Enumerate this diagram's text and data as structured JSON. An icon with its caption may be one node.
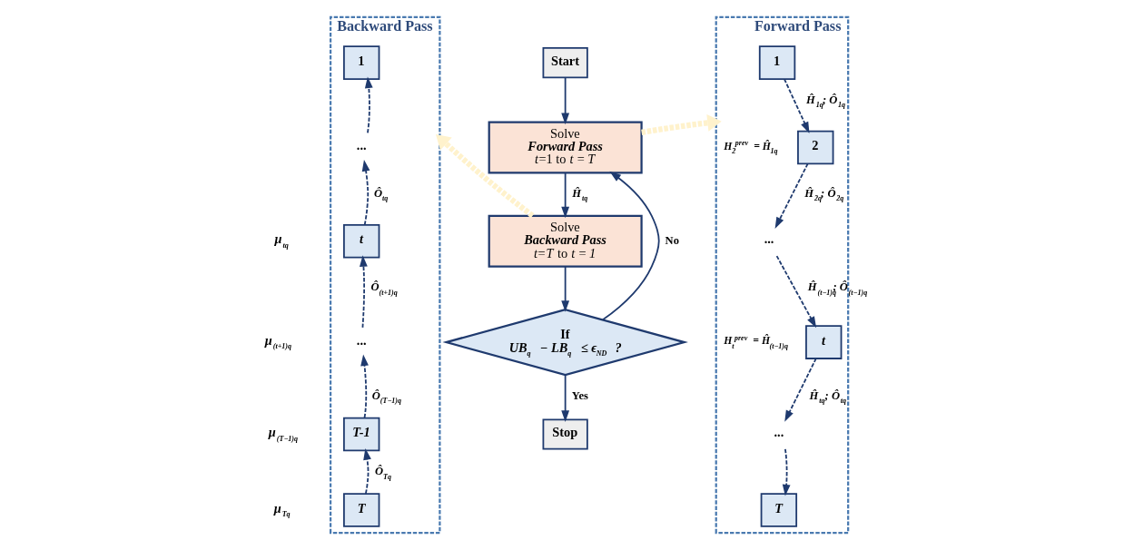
{
  "diagram": {
    "nodes": [
      {
        "text": [
          "Backward Pass"
        ]
      },
      {
        "text": [
          "1"
        ],
        "in": 0
      },
      {
        "text": [
          "..."
        ],
        "in": 0
      },
      {
        "text": [
          "t"
        ],
        "in": 0
      },
      {
        "text": [
          "..."
        ],
        "in": 0
      },
      {
        "text": [
          "T-1"
        ],
        "in": 0
      },
      {
        "text": [
          "T"
        ],
        "in": 0
      },
      {
        "text": [
          "Start"
        ]
      },
      {
        "text": [
          "Solve",
          "Forward Pass",
          "*t*=1 to *t* = *T*"
        ]
      },
      {
        "text": [
          "Solve",
          "Backward Pass",
          "*t*=*T* to *t* = *1*"
        ]
      },
      {
        "text": [
          "If",
          "UB$_{q}$ − LB$_{q}$ ≤ ϵ$_{ND}$ ?"
        ]
      },
      {
        "text": [
          "Stop"
        ]
      },
      {
        "text": [
          "Forward Pass"
        ]
      },
      {
        "text": [
          "1"
        ],
        "in": 12
      },
      {
        "text": [
          "2"
        ],
        "in": 12,
        "beside": [
          "H$_{2}$$^{prev}$ = Ĥ$_{1q}$"
        ]
      },
      {
        "text": [
          "..."
        ],
        "in": 12
      },
      {
        "text": [
          "t"
        ],
        "in": 12,
        "beside": [
          "H$_{t}$$^{prev}$ = Ĥ$_{(t−1)q}$"
        ]
      },
      {
        "text": [
          "..."
        ],
        "in": 12
      },
      {
        "text": [
          "T"
        ],
        "in": 12
      }
    ],
    "edges": [
      {
        "from": 6,
        "to": 5,
        "arrow": "to",
        "style": "dashed",
        "label": "Ô$_{Tq}$"
      },
      {
        "from": 5,
        "to": 4,
        "arrow": "to",
        "style": "dashed",
        "label": "Ô$_{(T−1)q}$"
      },
      {
        "from": 4,
        "to": 3,
        "arrow": "to",
        "style": "dashed",
        "label": "Ô$_{(t+1)q}$"
      },
      {
        "from": 3,
        "to": 2,
        "arrow": "to",
        "style": "dashed",
        "label": "Ô$_{tq}$"
      },
      {
        "from": 2,
        "to": 1,
        "arrow": "to",
        "style": "dashed"
      },
      {
        "from": 7,
        "to": 8,
        "arrow": "to"
      },
      {
        "from": 8,
        "to": 9,
        "arrow": "to",
        "label": "Ĥ$_{tq}$"
      },
      {
        "from": 9,
        "to": 10,
        "arrow": "to"
      },
      {
        "from": 10,
        "to": 8,
        "arrow": "to",
        "label": "No"
      },
      {
        "from": 10,
        "to": 11,
        "arrow": "to",
        "label": "Yes"
      },
      {
        "from": 8,
        "to": 12,
        "arrow": "to",
        "style": "dashed",
        "color": "#fff2cc"
      },
      {
        "from": 9,
        "to": 0,
        "arrow": "to",
        "style": "dashed",
        "color": "#fff2cc"
      },
      {
        "from": 13,
        "to": 14,
        "arrow": "to",
        "style": "dashed",
        "label": "Ĥ$_{1q}$; Ô$_{1q}$"
      },
      {
        "from": 14,
        "to": 15,
        "arrow": "to",
        "style": "dashed",
        "label": "Ĥ$_{2q}$; Ô$_{2q}$"
      },
      {
        "from": 15,
        "to": 16,
        "arrow": "to",
        "style": "dashed",
        "label": "Ĥ$_{(t−1)q}$; Ô$_{(t−1)q}$"
      },
      {
        "from": 16,
        "to": 17,
        "arrow": "to",
        "style": "dashed",
        "label": "Ĥ$_{tq}$; Ô$_{tq}$"
      },
      {
        "from": 17,
        "to": 18,
        "arrow": "to",
        "style": "dashed"
      }
    ],
    "labels": [
      "μ$_{tq}$",
      "μ$_{(t+1)q}$",
      "μ$_{(T−1)q}$",
      "μ$_{Tq}$"
    ]
  }
}
